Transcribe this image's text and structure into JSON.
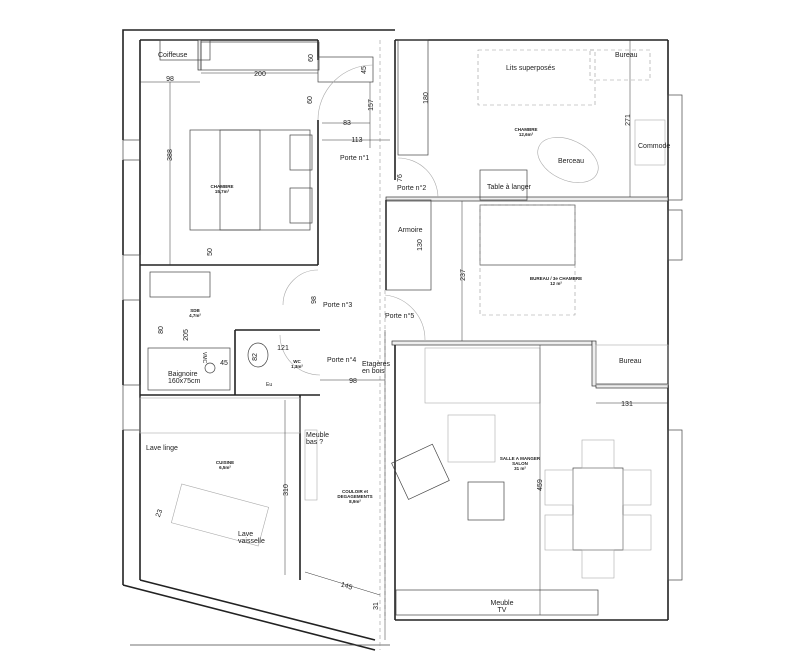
{
  "rooms": {
    "chambre1": [
      "CHAMBRE",
      "15,7m²"
    ],
    "chambre2": [
      "CHAMBRE",
      "12,6m²"
    ],
    "bureau": [
      "BUREAU / 3e CHAMBRE",
      "12 m²"
    ],
    "sdb": [
      "SDB",
      "4,7m²"
    ],
    "wc": [
      "WC",
      "1,3m²"
    ],
    "cuisine": [
      "CUISINE",
      "6,5m²"
    ],
    "couloir": [
      "COULOIR et",
      "DEGAGEMENTS",
      "8,9m²"
    ],
    "salon": [
      "SALLE A MANGER",
      "SALON",
      "31 m²"
    ]
  },
  "labels": {
    "coiffeuse": "Coiffeuse",
    "lits": "Lits superposés",
    "bureau1": "Bureau",
    "commode": "Commode",
    "berceau": "Berceau",
    "table_langer": "Table à langer",
    "armoire": "Armoire",
    "bureau2": "Bureau",
    "porte1": "Porte n°1",
    "porte2": "Porte n°2",
    "porte3": "Porte n°3",
    "porte4": "Porte n°4",
    "porte5": "Porte n°5",
    "etageres": [
      "Etagères",
      "en bois"
    ],
    "baignoire": [
      "Baignoire",
      "160x75cm"
    ],
    "vmc": "VMC",
    "eu": "Eu",
    "lave_linge": "Lave linge",
    "meuble_bas": [
      "Meuble",
      "bas ?"
    ],
    "lave_vaisselle": [
      "Lave",
      "vaisselle"
    ],
    "meuble_tv": [
      "Meuble",
      "TV"
    ]
  },
  "dimensions": {
    "coiffeuse_w": "98",
    "placard_w": "200",
    "placard_d": "60",
    "chaussures_d": "45",
    "passage": "60",
    "d157": "157",
    "d83": "83",
    "d113": "113",
    "chambre1_h": "388",
    "lit_pied": "50",
    "placard2": "180",
    "d76": "76",
    "chambre2_h": "271",
    "armoire_h": "130",
    "bureau_h": "237",
    "porte3_d": "98",
    "sdb_d": "80",
    "sdb_h": "205",
    "wc_w": "121",
    "wc_d": "82",
    "vasque": "45",
    "couloir_w": "98",
    "salon_w": "131",
    "cuisine_h": "310",
    "d23": "23",
    "d145": "145",
    "d31": "31",
    "salon_h": "459"
  }
}
